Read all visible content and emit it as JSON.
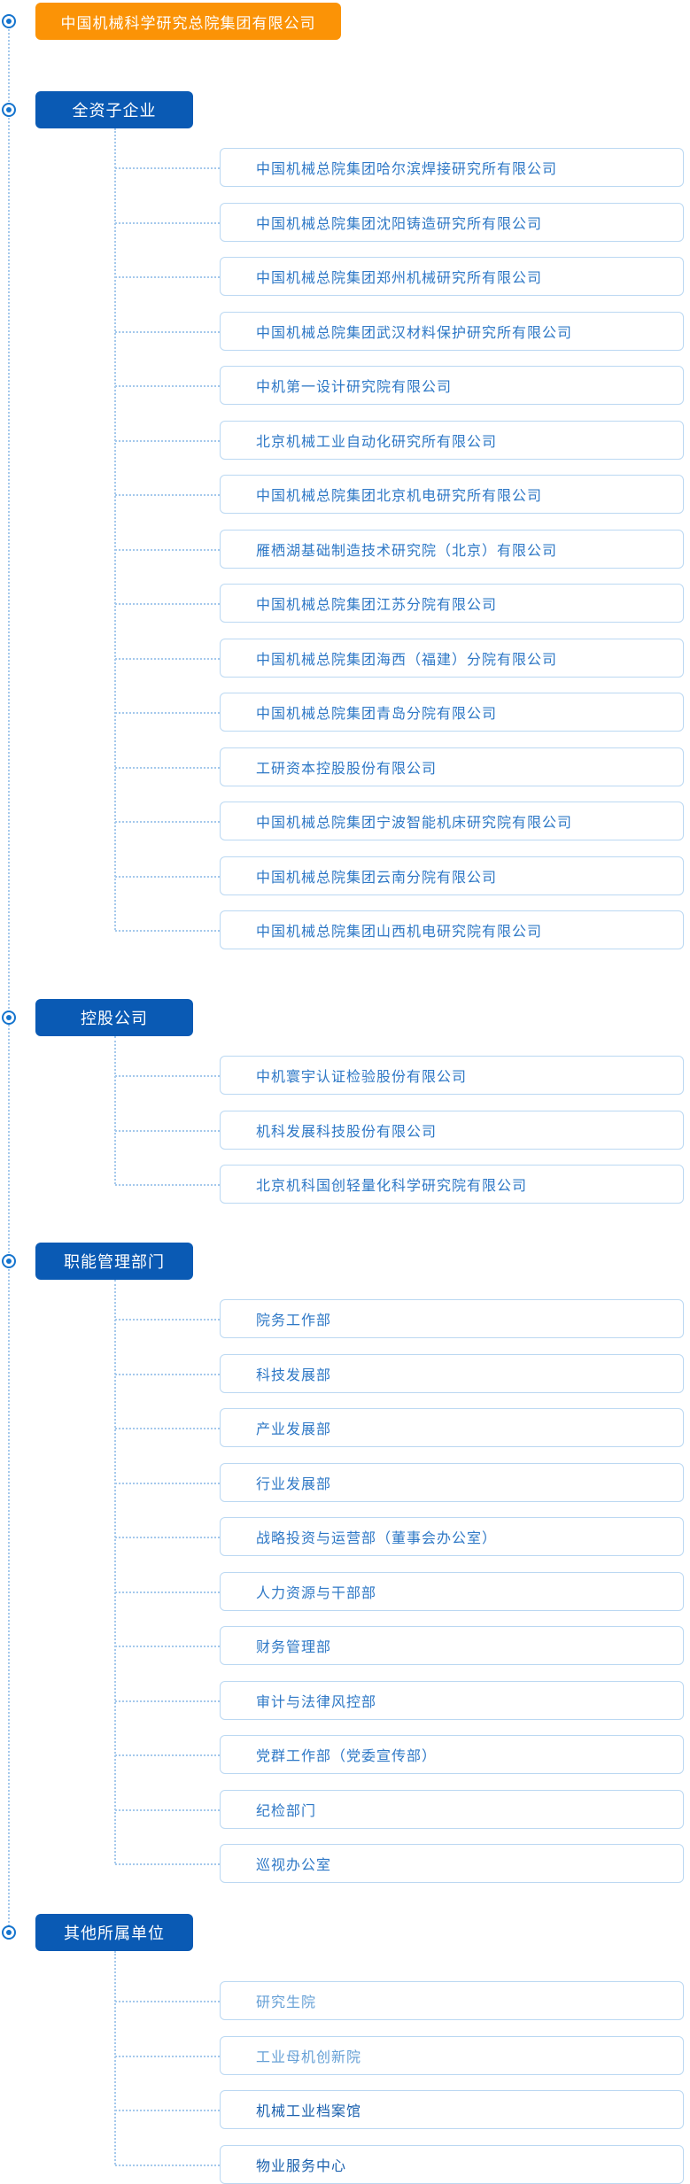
{
  "root": {
    "label": "中国机械科学研究总院集团有限公司"
  },
  "colors": {
    "root_bg": "#fb9306",
    "section_bg": "#0a5ab4",
    "node_text": "#ffffff",
    "item_border": "#bbd8f2",
    "item_text": "#2e78c6",
    "item_text_light": "#66a0d6",
    "item_text_dark": "#1a60ae",
    "connector": "#a5c9ec",
    "bullet": "#1474ce"
  },
  "icons": {
    "tree_node_bullet": "radio-dot-icon"
  },
  "sections": [
    {
      "id": "wholly-owned-subsidiaries",
      "label": "全资子企业",
      "items": [
        {
          "label": "中国机械总院集团哈尔滨焊接研究所有限公司"
        },
        {
          "label": "中国机械总院集团沈阳铸造研究所有限公司"
        },
        {
          "label": "中国机械总院集团郑州机械研究所有限公司"
        },
        {
          "label": "中国机械总院集团武汉材料保护研究所有限公司"
        },
        {
          "label": "中机第一设计研究院有限公司"
        },
        {
          "label": "北京机械工业自动化研究所有限公司"
        },
        {
          "label": "中国机械总院集团北京机电研究所有限公司"
        },
        {
          "label": "雁栖湖基础制造技术研究院（北京）有限公司"
        },
        {
          "label": "中国机械总院集团江苏分院有限公司"
        },
        {
          "label": "中国机械总院集团海西（福建）分院有限公司"
        },
        {
          "label": "中国机械总院集团青岛分院有限公司"
        },
        {
          "label": "工研资本控股股份有限公司"
        },
        {
          "label": "中国机械总院集团宁波智能机床研究院有限公司"
        },
        {
          "label": "中国机械总院集团云南分院有限公司"
        },
        {
          "label": "中国机械总院集团山西机电研究院有限公司"
        }
      ]
    },
    {
      "id": "holding-companies",
      "label": "控股公司",
      "items": [
        {
          "label": "中机寰宇认证检验股份有限公司"
        },
        {
          "label": "机科发展科技股份有限公司"
        },
        {
          "label": "北京机科国创轻量化科学研究院有限公司"
        }
      ]
    },
    {
      "id": "functional-departments",
      "label": "职能管理部门",
      "items": [
        {
          "label": "院务工作部"
        },
        {
          "label": "科技发展部"
        },
        {
          "label": "产业发展部"
        },
        {
          "label": "行业发展部"
        },
        {
          "label": "战略投资与运营部（董事会办公室）"
        },
        {
          "label": "人力资源与干部部"
        },
        {
          "label": "财务管理部"
        },
        {
          "label": "审计与法律风控部"
        },
        {
          "label": "党群工作部（党委宣传部）"
        },
        {
          "label": "纪检部门"
        },
        {
          "label": "巡视办公室"
        }
      ]
    },
    {
      "id": "other-affiliated-units",
      "label": "其他所属单位",
      "items": [
        {
          "label": "研究生院",
          "tone": "light"
        },
        {
          "label": "工业母机创新院",
          "tone": "light"
        },
        {
          "label": "机械工业档案馆",
          "tone": "dark"
        },
        {
          "label": "物业服务中心",
          "tone": "dark"
        }
      ]
    }
  ]
}
